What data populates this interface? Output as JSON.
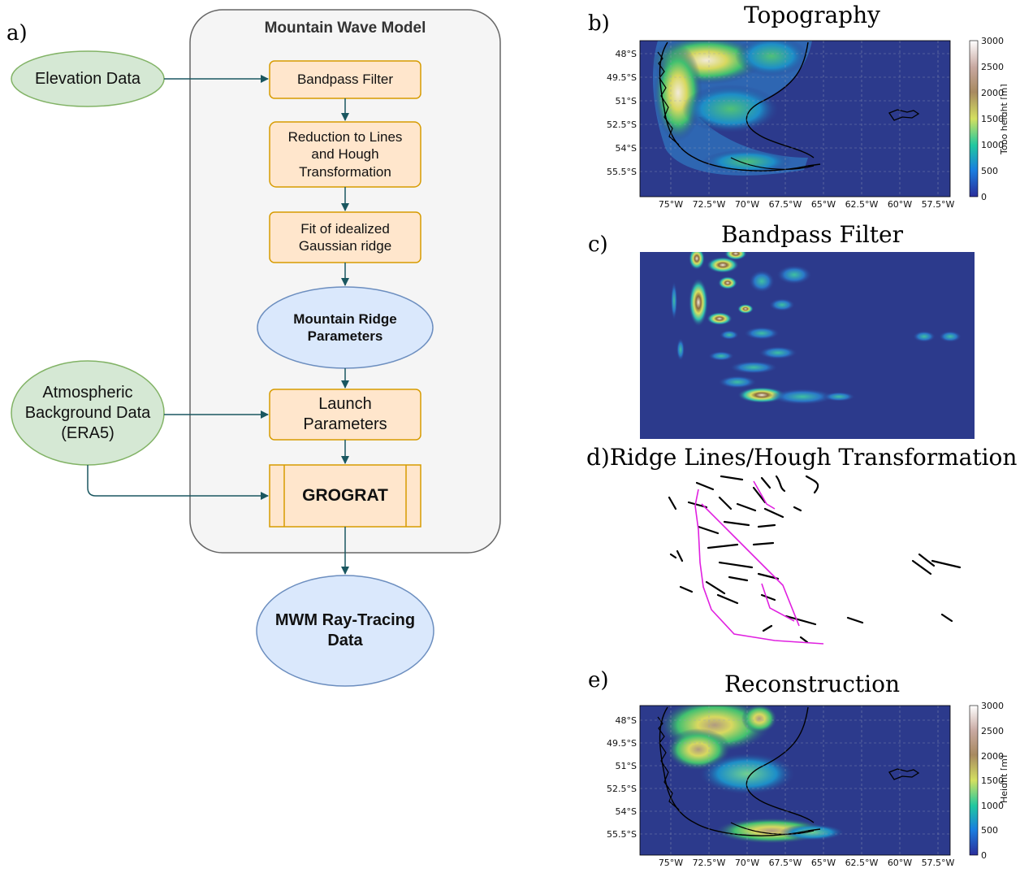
{
  "panel_a": {
    "letter": "a)",
    "container_title": "Mountain Wave Model",
    "nodes": {
      "elevation": "Elevation Data",
      "bandpass": "Bandpass Filter",
      "reduction": "Reduction to Lines\nand Hough\nTransformation",
      "fit": "Fit of idealized\nGaussian ridge",
      "ridge_params": "Mountain Ridge\nParameters",
      "atmos": "Atmospheric\nBackground Data\n(ERA5)",
      "launch": "Launch\nParameters",
      "grograt": "GROGRAT",
      "mwm": "MWM Ray-Tracing\nData"
    }
  },
  "panel_b": {
    "letter": "b)",
    "title": "Topography",
    "colorbar_label": "Topo height [m]"
  },
  "panel_c": {
    "letter": "c)",
    "title": "Bandpass Filter"
  },
  "panel_d": {
    "letter": "d)",
    "title": "Ridge Lines/Hough Transformation"
  },
  "panel_e": {
    "letter": "e)",
    "title": "Reconstruction",
    "colorbar_label": "Height [m]"
  },
  "map_axes": {
    "lat_ticks": [
      "48°S",
      "49.5°S",
      "51°S",
      "52.5°S",
      "54°S",
      "55.5°S"
    ],
    "lon_ticks": [
      "75°W",
      "72.5°W",
      "70°W",
      "67.5°W",
      "65°W",
      "62.5°W",
      "60°W",
      "57.5°W"
    ],
    "colorbar_ticks": [
      "3000",
      "2500",
      "2000",
      "1500",
      "1000",
      "500",
      "0"
    ]
  },
  "colors": {
    "process_fill": "#ffe6cc",
    "process_stroke": "#d79b00",
    "data_fill": "#d5e8d4",
    "data_stroke": "#82b366",
    "param_fill": "#dae8fc",
    "param_stroke": "#6c8ebf",
    "arrow": "#1a5760",
    "container_fill": "#f5f5f5",
    "map_ocean": "#2c3a8c",
    "ridge_magenta": "#e020e0"
  }
}
